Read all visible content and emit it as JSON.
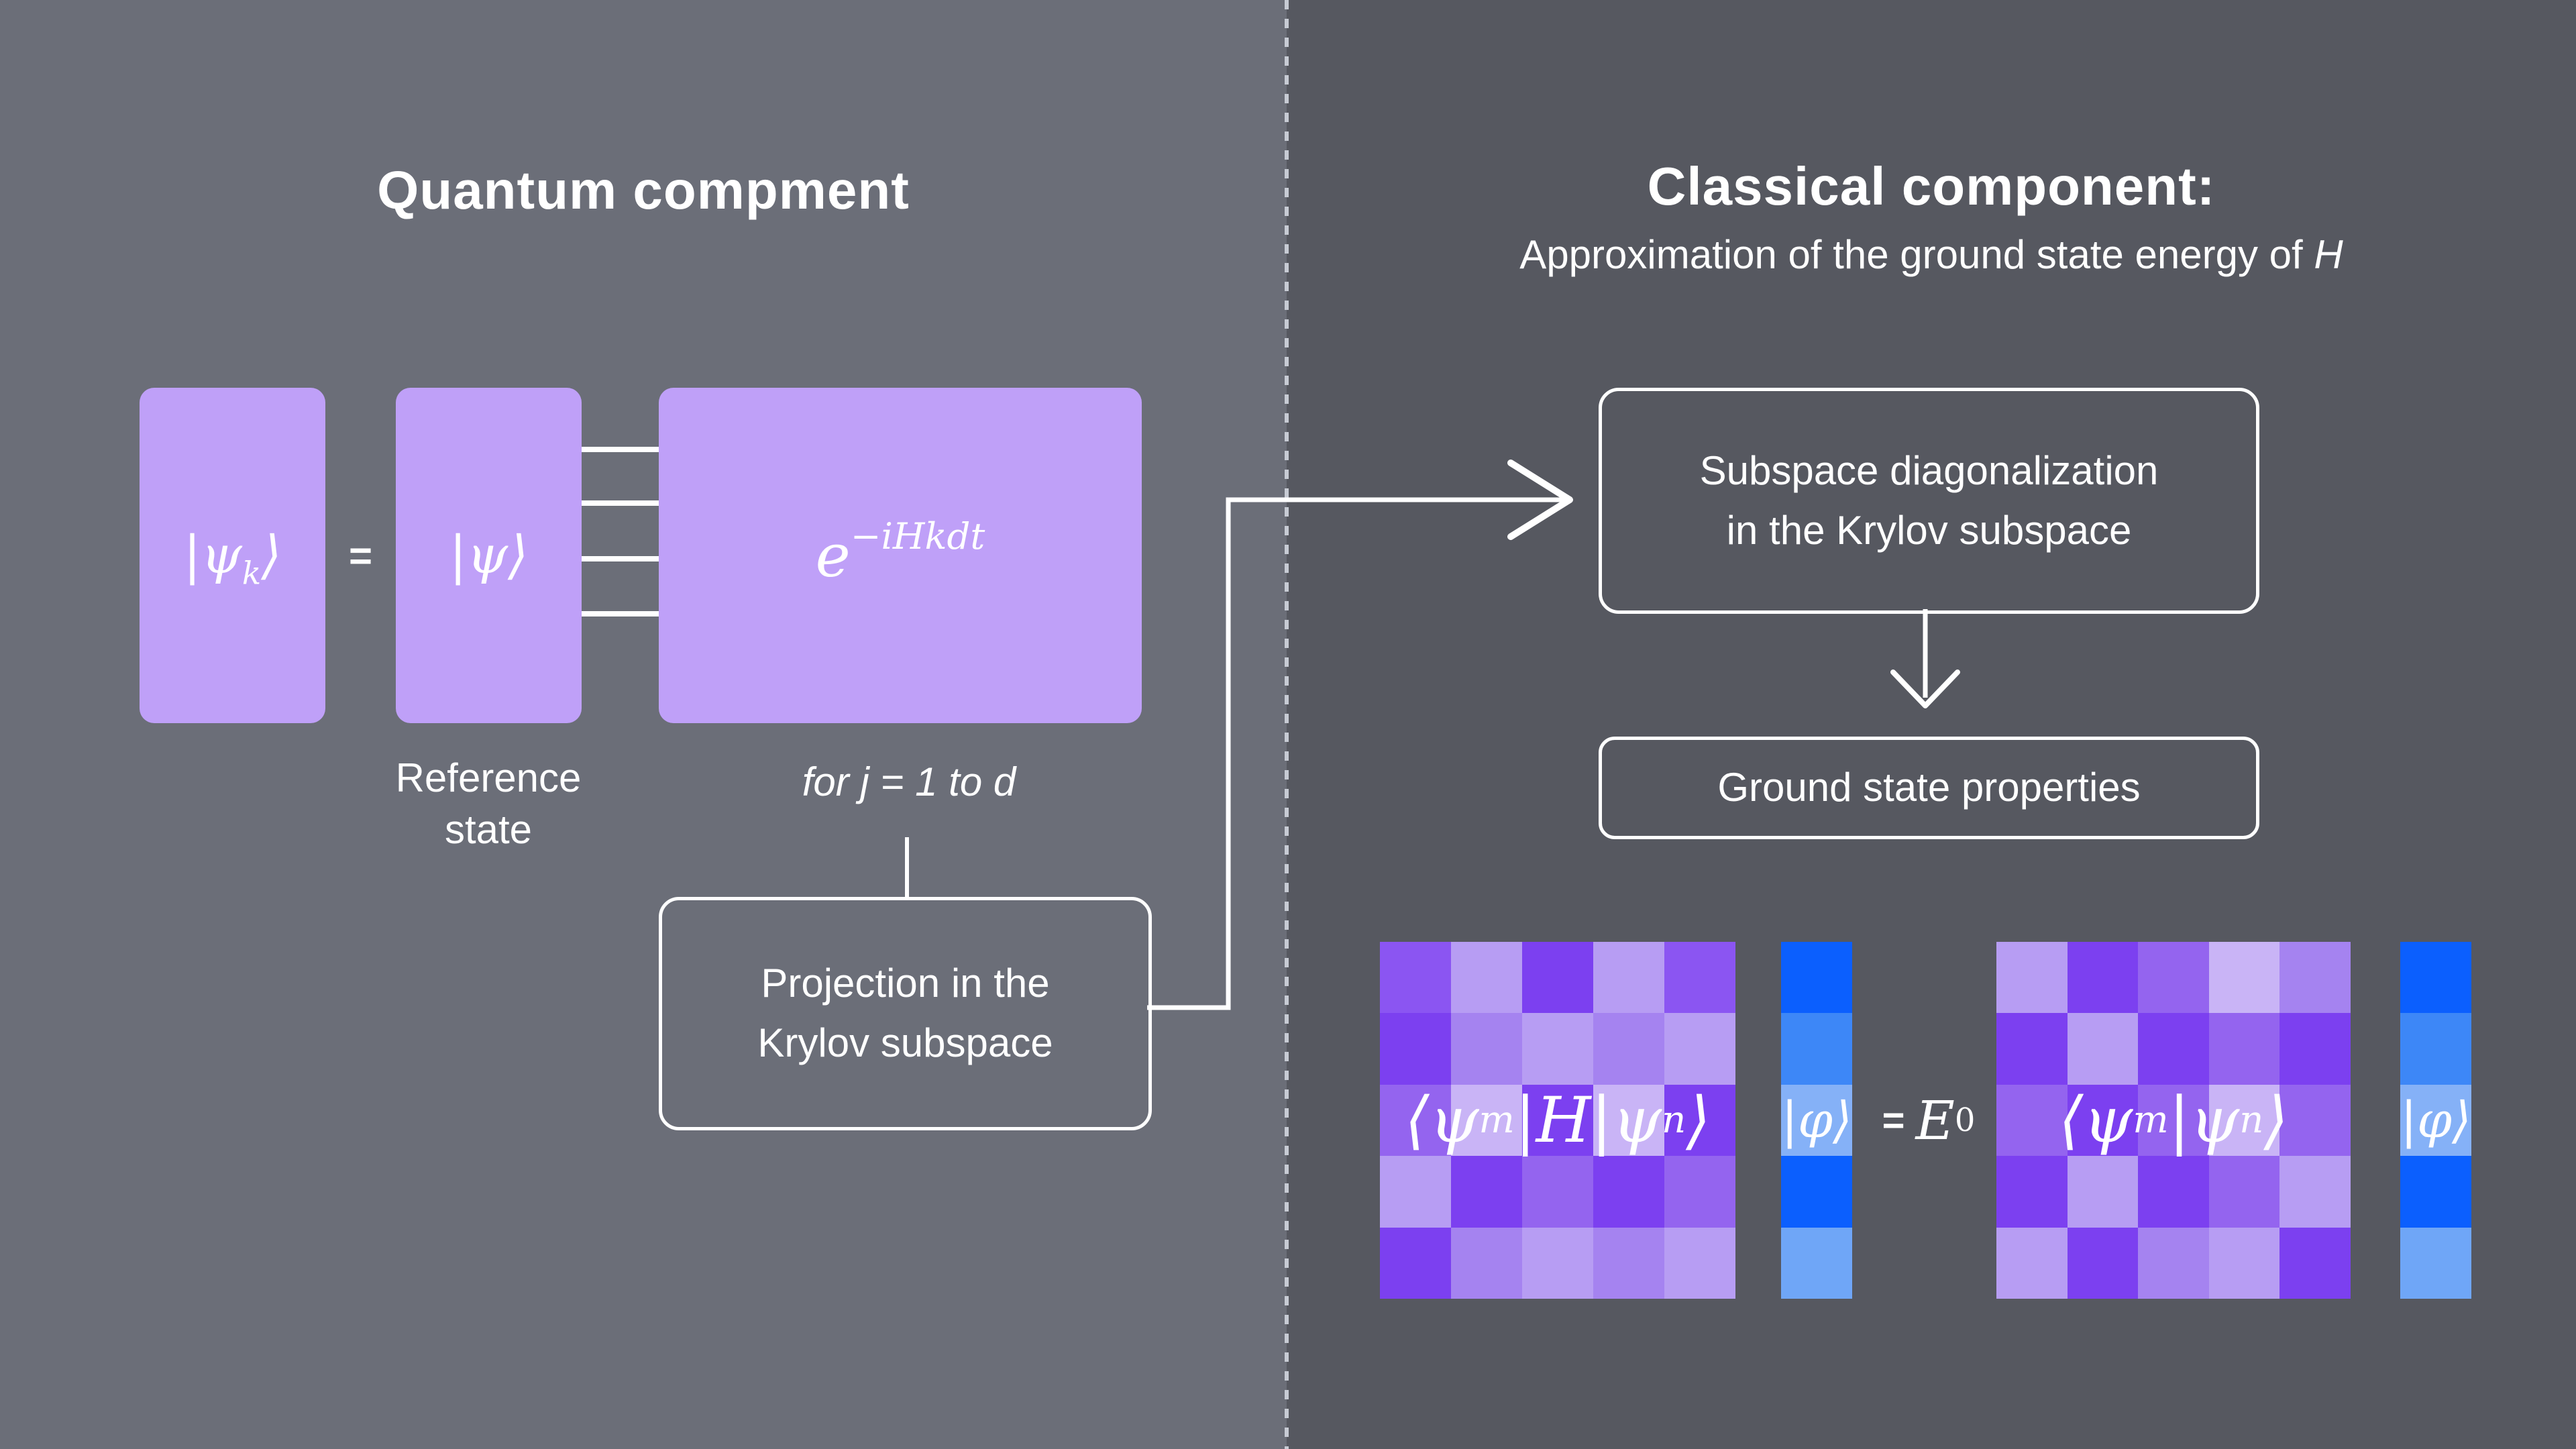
{
  "left_panel": {
    "title": "Quantum compment",
    "circuit": {
      "psi_k": {
        "pre": "|ψ",
        "sub": "k",
        "post": "⟩"
      },
      "equals": "=",
      "psi": {
        "pre": "|ψ",
        "post": "⟩"
      },
      "gate": {
        "base": "e",
        "sup": "−iHkdt"
      },
      "reference_label_line1": "Reference",
      "reference_label_line2": "state",
      "loop_label": "for j = 1 to d"
    },
    "projection_box": {
      "line1": "Projection in the",
      "line2": "Krylov subspace"
    }
  },
  "right_panel": {
    "title": "Classical component:",
    "subtitle_prefix": "Approximation of the ground state energy of ",
    "subtitle_emph": "H",
    "diag_box": {
      "line1": "Subspace diagonalization",
      "line2": "in the Krylov subspace"
    },
    "ground_box": {
      "label": "Ground state properties"
    },
    "equation": {
      "h_matrix_label": {
        "pre": "⟨ψ",
        "sub1": "m",
        "mid": "|H|ψ",
        "sub2": "n",
        "post": "⟩"
      },
      "phi_label_1": {
        "pre": "|φ",
        "post": "⟩"
      },
      "equals_e0": {
        "eq": "=",
        "base": "E",
        "sub": "0"
      },
      "overlap_matrix_label": {
        "pre": "⟨ψ",
        "sub1": "m",
        "mid": "|ψ",
        "sub2": "n",
        "post": "⟩"
      },
      "phi_label_2": {
        "pre": "|φ",
        "post": "⟩"
      }
    }
  },
  "colors": {
    "bg_left": "#6b6e78",
    "bg_right": "#565860",
    "divider_dash": "#c7cbd4",
    "circuit_purple": "#bfa0f8",
    "text_white": "#ffffff"
  },
  "matrices": {
    "purple_palette": {
      "XL": "#c9b4f6",
      "L": "#b79df3",
      "ML": "#a583f0",
      "M": "#9464ef",
      "MD": "#8b55f2",
      "D": "#7c40f0"
    },
    "blue_palette": {
      "B1": "#0b5ffe",
      "B2": "#3d87f7",
      "B3": "#85b1f7",
      "B4": "#6fa6f7"
    },
    "h_matrix_cells": [
      [
        "MD",
        "L",
        "D",
        "L",
        "MD"
      ],
      [
        "D",
        "ML",
        "L",
        "ML",
        "L"
      ],
      [
        "M",
        "XL",
        "D",
        "XL",
        "D"
      ],
      [
        "L",
        "D",
        "M",
        "D",
        "M"
      ],
      [
        "D",
        "ML",
        "L",
        "ML",
        "L"
      ]
    ],
    "overlap_matrix_cells": [
      [
        "L",
        "D",
        "M",
        "XL",
        "ML"
      ],
      [
        "D",
        "L",
        "D",
        "M",
        "D"
      ],
      [
        "M",
        "D",
        "M",
        "XL",
        "M"
      ],
      [
        "D",
        "L",
        "D",
        "M",
        "L"
      ],
      [
        "L",
        "D",
        "ML",
        "L",
        "D"
      ]
    ],
    "phi_vector_1_cells": [
      "B1",
      "B2",
      "B3",
      "B1",
      "B4"
    ],
    "phi_vector_2_cells": [
      "B1",
      "B2",
      "B3",
      "B1",
      "B4"
    ]
  }
}
